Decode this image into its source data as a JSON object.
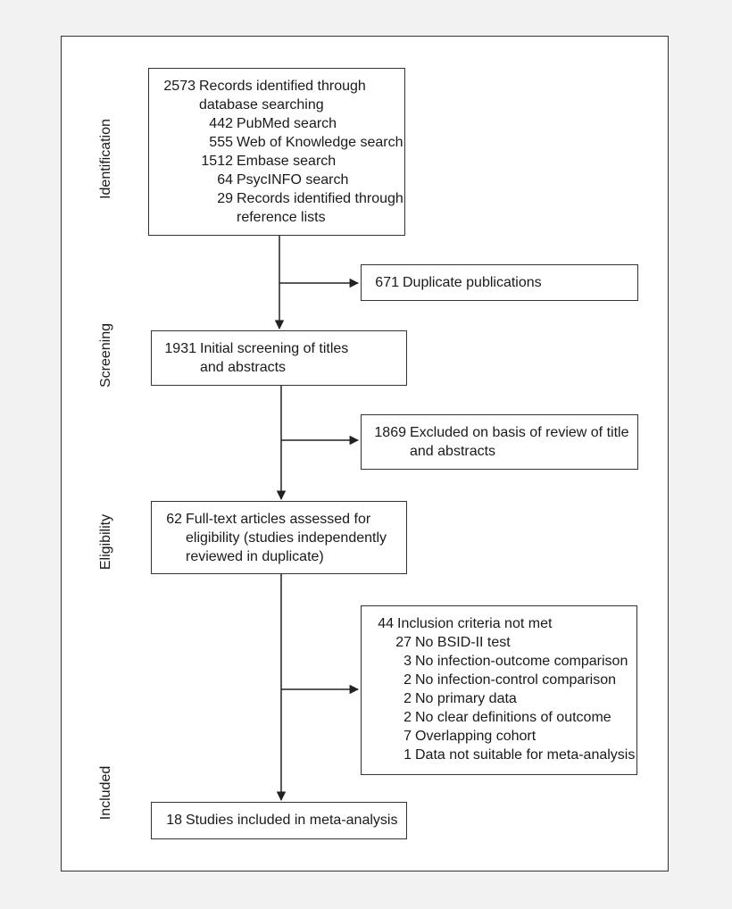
{
  "stages": {
    "identification": "Identification",
    "screening": "Screening",
    "eligibility": "Eligibility",
    "included": "Included"
  },
  "identified": {
    "lines": [
      {
        "n": "2573",
        "t": "Records identified through"
      },
      {
        "n": "",
        "t": "database searching"
      },
      {
        "n": "442",
        "t": "PubMed search"
      },
      {
        "n": "555",
        "t": "Web of Knowledge search"
      },
      {
        "n": "1512",
        "t": "Embase search"
      },
      {
        "n": "64",
        "t": "PsycINFO search"
      },
      {
        "n": "29",
        "t": "Records identified through"
      },
      {
        "n": "",
        "t": "reference lists"
      }
    ]
  },
  "duplicates": {
    "lines": [
      {
        "n": "671",
        "t": "Duplicate publications"
      }
    ]
  },
  "screened": {
    "lines": [
      {
        "n": "1931",
        "t": "Initial screening of titles"
      },
      {
        "n": "",
        "t": "and abstracts"
      }
    ]
  },
  "excluded_screening": {
    "lines": [
      {
        "n": "1869",
        "t": "Excluded on basis of review of title"
      },
      {
        "n": "",
        "t": "and abstracts"
      }
    ]
  },
  "fulltext": {
    "lines": [
      {
        "n": "62",
        "t": "Full-text articles assessed for"
      },
      {
        "n": "",
        "t": "eligibility (studies independently"
      },
      {
        "n": "",
        "t": "reviewed in duplicate)"
      }
    ]
  },
  "excluded_fulltext": {
    "lines": [
      {
        "n": "44",
        "t": "Inclusion criteria not met"
      },
      {
        "n": "27",
        "t": "No BSID-II test"
      },
      {
        "n": "3",
        "t": "No infection-outcome comparison"
      },
      {
        "n": "2",
        "t": "No infection-control comparison"
      },
      {
        "n": "2",
        "t": "No primary data"
      },
      {
        "n": "2",
        "t": "No clear definitions of outcome"
      },
      {
        "n": "7",
        "t": "Overlapping cohort"
      },
      {
        "n": "1",
        "t": "Data not suitable for meta-analysis"
      }
    ]
  },
  "included": {
    "lines": [
      {
        "n": "18",
        "t": "Studies included in meta-analysis"
      }
    ]
  }
}
